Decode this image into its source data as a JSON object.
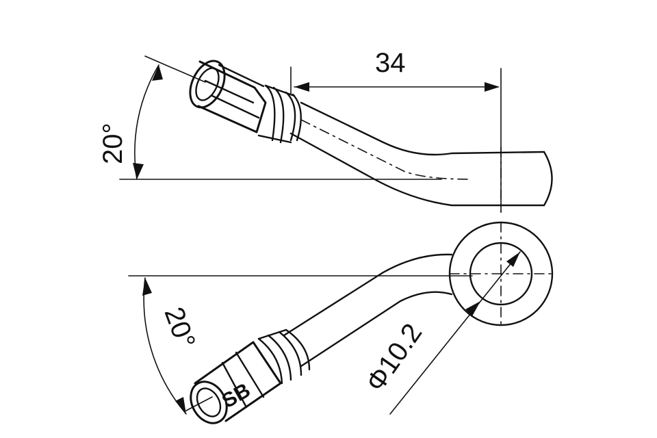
{
  "drawing": {
    "dimensions": {
      "length": "34",
      "angle_top": "20°",
      "angle_bottom": "20°",
      "hole_diameter": "Φ10.2"
    },
    "fitting_mark": "SB"
  }
}
